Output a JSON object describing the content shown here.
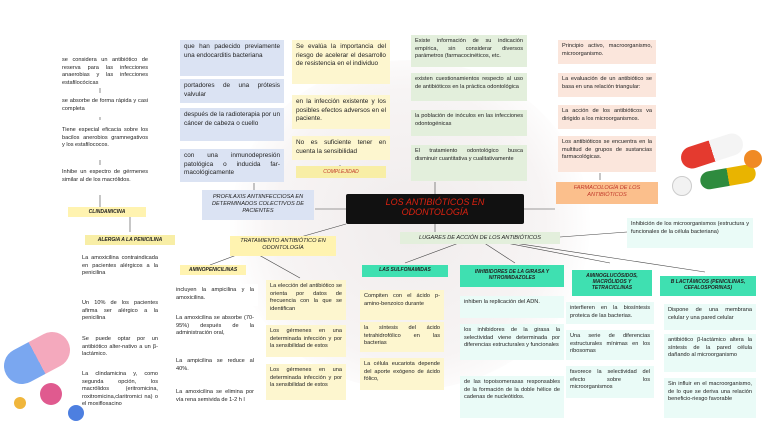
{
  "central": "LOS ANTIBIÓTICOS EN ODONTOLOGÍA",
  "left_column": [
    "se considera un antibiótico de reserva para las infecciones anaerobias y las infecciones estafilocócicas",
    "se absorbe de forma rápida y casi completa",
    "Tiene especial eficacia sobre los bacilos anerobios gramnegativos y los estafilococos.",
    "Inhibe un espectro de gérmenes similar al de los macrólidos."
  ],
  "clindamicina": "CLINDAMICINA",
  "alergia_title": "ALERGIA A LA PENICILINA",
  "alergia_items": [
    "La amoxicilina contraindicada en pacientes alérgicos a la penicilina",
    "Un 10% de los pacientes afirma ser alérgico a la penicilina",
    "Se puede optar por un antibiótico alter-nativo a un β-lactámico.",
    "La clindamicina y, como segunda opción, los macrólidos (eritromicina, roxitromicina,claritromici na) o el moxifloxacino"
  ],
  "top_blue": [
    "que han padecido previamente una endocarditis bacteriana",
    "portadores de una prótesis valvular",
    "después de la radioterapia por un cáncer de cabeza o cuello",
    "con una inmunodepresión patológica o inducida far-macológicamente"
  ],
  "profilaxis": "PROFILAXIS ANTIINFECCIOSA EN DETERMINADOS COLECTIVOS DE PACIENTES",
  "complejidad_items": [
    "Se evalúa la importancia del riesgo de acelerar el desarrollo de resistencia en el individuo",
    "en la infección existente y los posibles efectos adversos en el paciente.",
    "No es suficiente tener en cuenta la sensibilidad"
  ],
  "complejidad": "COMPLEJIDAD",
  "green_top": [
    "Existe información de su indicación empírica, sin considerar diversos parámetros (farmacocinéticos, etc.",
    "existen cuestionamientos respecto al uso de antibióticos en la práctica odontológica",
    "la población de inóculos en las infecciones odontogénicas",
    "El tratamiento odontológico busca disminuir cuantitativa y cualitativamente"
  ],
  "farmaco_items": [
    "Principio activo, macroorganismo, microorganismo.",
    "La evaluación de un antibiótico se basa en una relación triangular:",
    "La acción de los antibióticos va dirigido a los microorganismos.",
    "Los antibióticos se encuentra en la multitud de grupos de sustancias farmacológicas."
  ],
  "farmacologia": "FARMACOLOGÍA DE LOS ANTIBIÓTICOS",
  "tratamiento": "TRATAMIENTO ANTIBIÓTICO EN ODONTOLOGÍA",
  "aminopenicilinas": "AMINOPENICILINAS",
  "amino_items": [
    "incluyen la ampicilina y la amoxicilina.",
    "La amoxicilina se absorbe (70-95%) después de la administración oral,",
    "La ampicilina se reduce al 40%.",
    "La amoxicilina se elimina por vía rena semivida de 1-2 h l"
  ],
  "eleccion_items": [
    "La elección del antibiótico se orienta por datos de frecuencia con la que se identifican",
    "Los gérmenes en una determinada infección y por la sensibilidad de estos",
    "Los gérmenes en una determinada infección y por la sensibilidad de estos"
  ],
  "lugares": "LUGARES DE ACCIÓN DE LOS ANTIBIÓTICOS",
  "inhibicion": "Inhibición de los microorganismos (estructura y funcionales de la célula bacteriana)",
  "sulfonamidas": "LAS SULFONAMIDAS",
  "sulf_items": [
    "Compiten con el ácido p-amino-benzoico durante",
    "la síntesis del ácido tetrahidrofólico en las bacterias",
    "La célula eucariota depende del aporte exógeno de ácido fólico,"
  ],
  "girasa": "INHIBIDORES DE LA GIRASA Y NITROIMIDAZOLES",
  "girasa_items": [
    "inhiben la replicación del ADN.",
    "los inhibidores de la girasa la selectividad viene determinada por diferencias estructurales y funcionales",
    "de las topoisomerasas responsables de la formación de la doble hélice de cadenas de nucleótidos."
  ],
  "aminoglu": "AMINOGLUCÓSIDOS, MACRÓLIDOS Y TETRACICLINAS",
  "aminoglu_items": [
    "interfieren en la biosíntesis proteica de las bacterias.",
    "Una serie de diferencias estructurales mínimas en los ribosomas",
    "favorece la selectividad del efecto sobre los microorganismos"
  ],
  "betalact": "B LACTÁMICOS (PENICILINAS, CEFALOSPORINAS)",
  "betalact_items": [
    "Dispone de una membrana celular y una pared celular",
    "antibiótico β-lactámico altera la síntesis de la pared célula dañando al microorganismo",
    "Sin influir en el macroorganismo, de lo que se deriva una relación beneficio-riesgo favorable"
  ]
}
